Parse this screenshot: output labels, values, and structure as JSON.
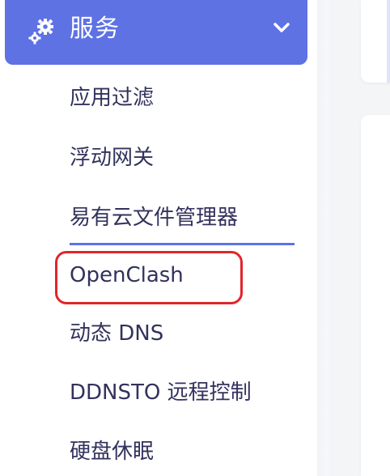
{
  "sidebar": {
    "header": {
      "label": "服务",
      "icon": "gears-icon",
      "expand_icon": "chevron-down-icon"
    },
    "items": [
      {
        "label": "应用过滤"
      },
      {
        "label": "浮动网关"
      },
      {
        "label": "易有云文件管理器",
        "active": true
      },
      {
        "label": "OpenClash",
        "highlighted": true
      },
      {
        "label": "动态 DNS"
      },
      {
        "label": "DDNSTO 远程控制"
      },
      {
        "label": "硬盘休眠"
      }
    ]
  },
  "colors": {
    "accent": "#5e72e4",
    "text": "#32325d",
    "highlight": "#e0262b"
  }
}
